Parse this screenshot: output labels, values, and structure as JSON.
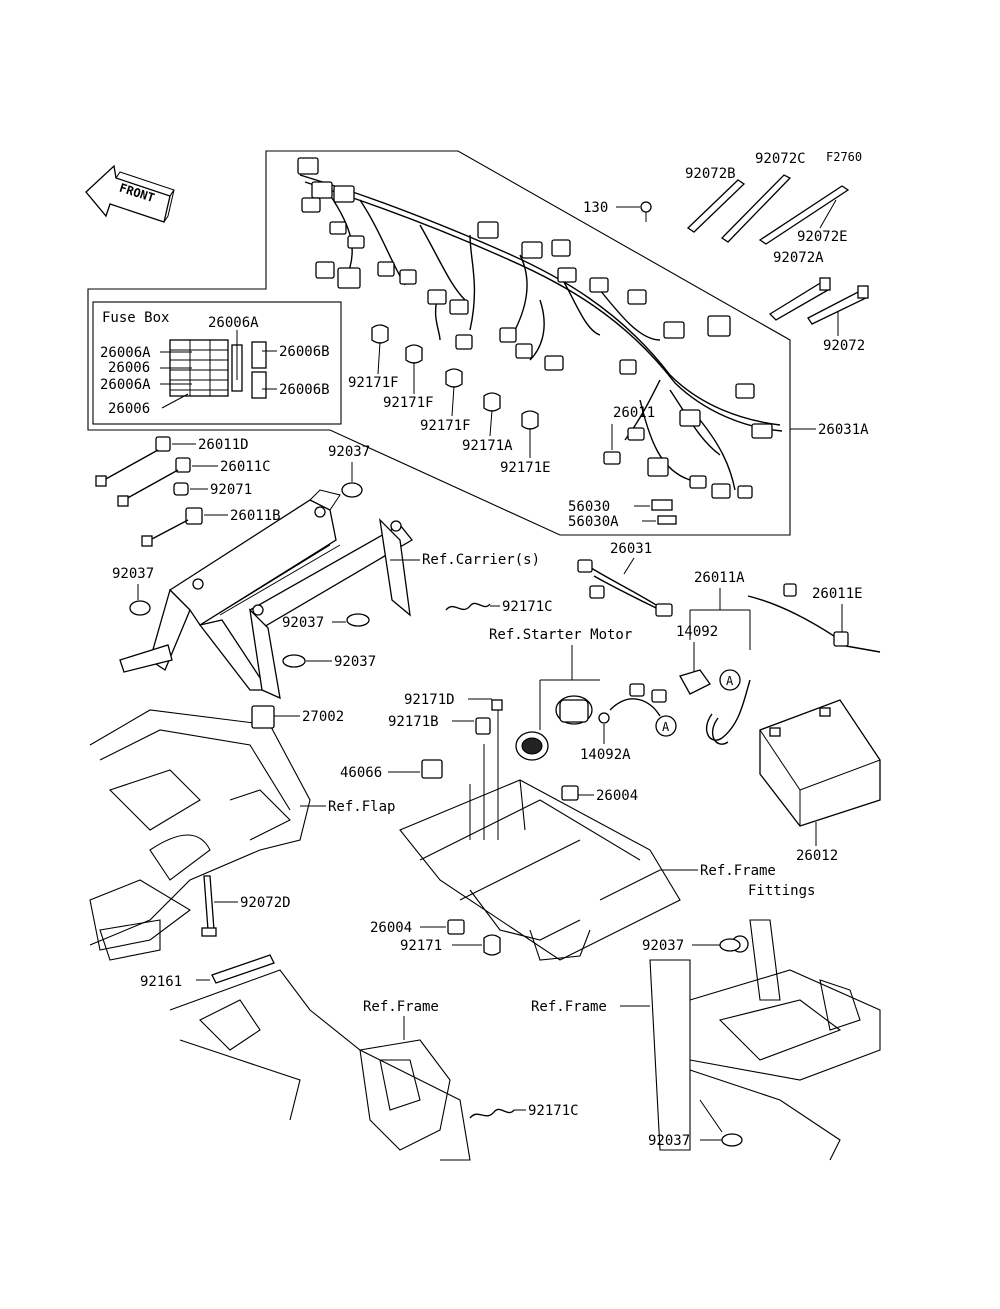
{
  "diagram_code": "F2760",
  "front_label": "FRONT",
  "fuse_box_title": "Fuse Box",
  "callout_circle": "A",
  "labels": {
    "p130": "130",
    "p92072B": "92072B",
    "p92072C": "92072C",
    "p92072E": "92072E",
    "p92072A": "92072A",
    "p92072": "92072",
    "p26031A": "26031A",
    "p26006A_top": "26006A",
    "p26006A_1": "26006A",
    "p26006_1": "26006",
    "p26006A_2": "26006A",
    "p26006_2": "26006",
    "p26006B_1": "26006B",
    "p26006B_2": "26006B",
    "p92171F_1": "92171F",
    "p92171F_2": "92171F",
    "p92171F_3": "92171F",
    "p92171A": "92171A",
    "p92171E": "92171E",
    "p26011": "26011",
    "p56030": "56030",
    "p56030A": "56030A",
    "p26011D": "26011D",
    "p26011C": "26011C",
    "p92071": "92071",
    "p26011B": "26011B",
    "p92037_a": "92037",
    "p92037_b": "92037",
    "p92037_c": "92037",
    "p92037_d": "92037",
    "p92037_e": "92037",
    "p92037_f": "92037",
    "p26031": "26031",
    "p92171C_1": "92171C",
    "p92171C_2": "92171C",
    "p26011A": "26011A",
    "p26011E": "26011E",
    "p14092": "14092",
    "p14092A": "14092A",
    "p92171D": "92171D",
    "p92171B": "92171B",
    "p46066": "46066",
    "p27002": "27002",
    "p26004_1": "26004",
    "p26004_2": "26004",
    "p92171": "92171",
    "p26012": "26012",
    "p92072D": "92072D",
    "p92161": "92161"
  },
  "refs": {
    "carrier": "Ref.Carrier(s)",
    "starter": "Ref.Starter Motor",
    "flap": "Ref.Flap",
    "frame_fittings_1": "Ref.Frame",
    "frame_fittings_2": "Fittings",
    "frame_1": "Ref.Frame",
    "frame_2": "Ref.Frame"
  }
}
